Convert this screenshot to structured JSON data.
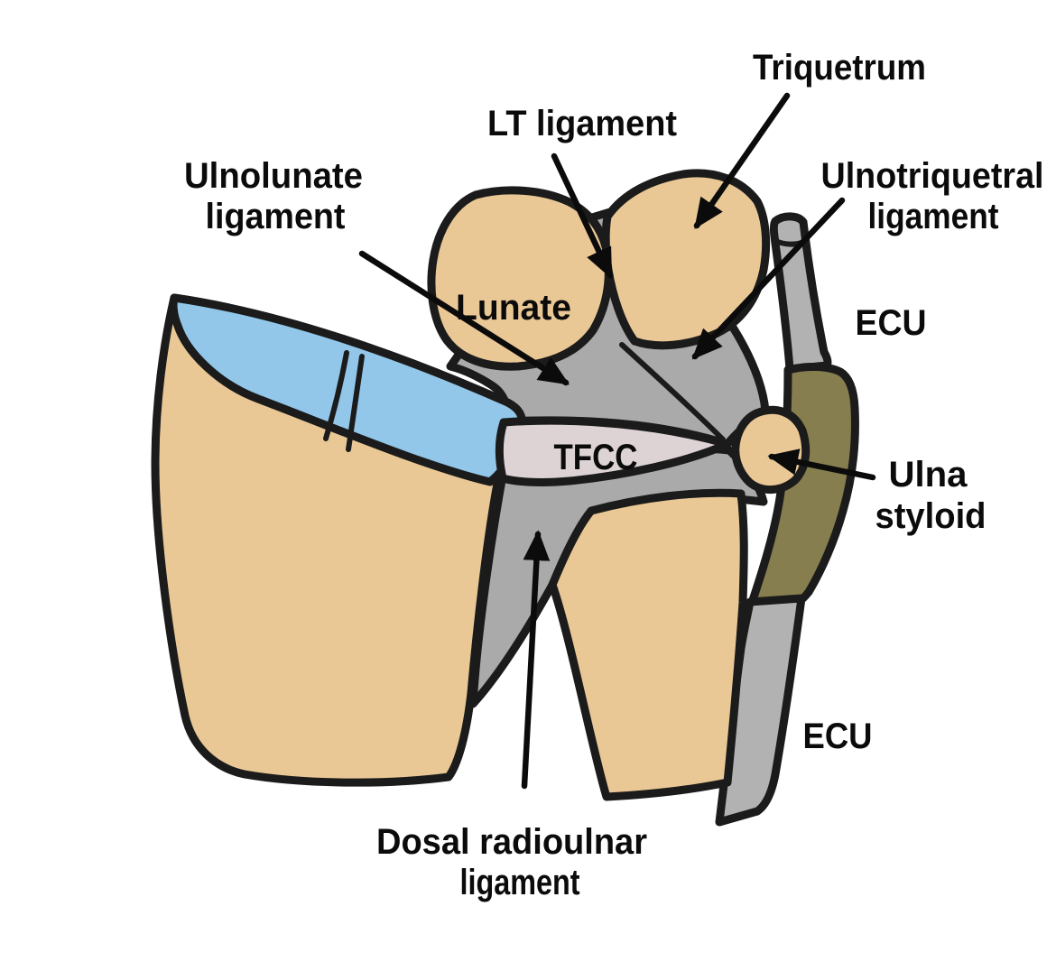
{
  "diagram": {
    "labels": {
      "triquetrum": "Triquetrum",
      "lt_ligament": "LT ligament",
      "ulnolunate_line1": "Ulnolunate",
      "ulnolunate_line2": "ligament",
      "ulnotriquetral_line1": "Ulnotriquetral",
      "ulnotriquetral_line2": "ligament",
      "ecu_upper": "ECU",
      "lunate": "Lunate",
      "tfcc": "TFCC",
      "ulna_styloid_line1": "Ulna",
      "ulna_styloid_line2": "styloid",
      "ecu_lower": "ECU",
      "dorsal_radioulnar_line1": "Dosal radioulnar",
      "dorsal_radioulnar_line2": "ligament"
    },
    "colors": {
      "bone": "#e9c896",
      "articular_surface_blue": "#92c7e9",
      "ligament_gray": "#aaaaaa",
      "tendon_gray": "#b2b2b2",
      "ecu_sheath_olive": "#867e4e",
      "tfcc_pink": "#ddd3d5",
      "outline": "#1b1b1b",
      "label_text": "#0b0b0b",
      "background": "#ffffff"
    }
  }
}
